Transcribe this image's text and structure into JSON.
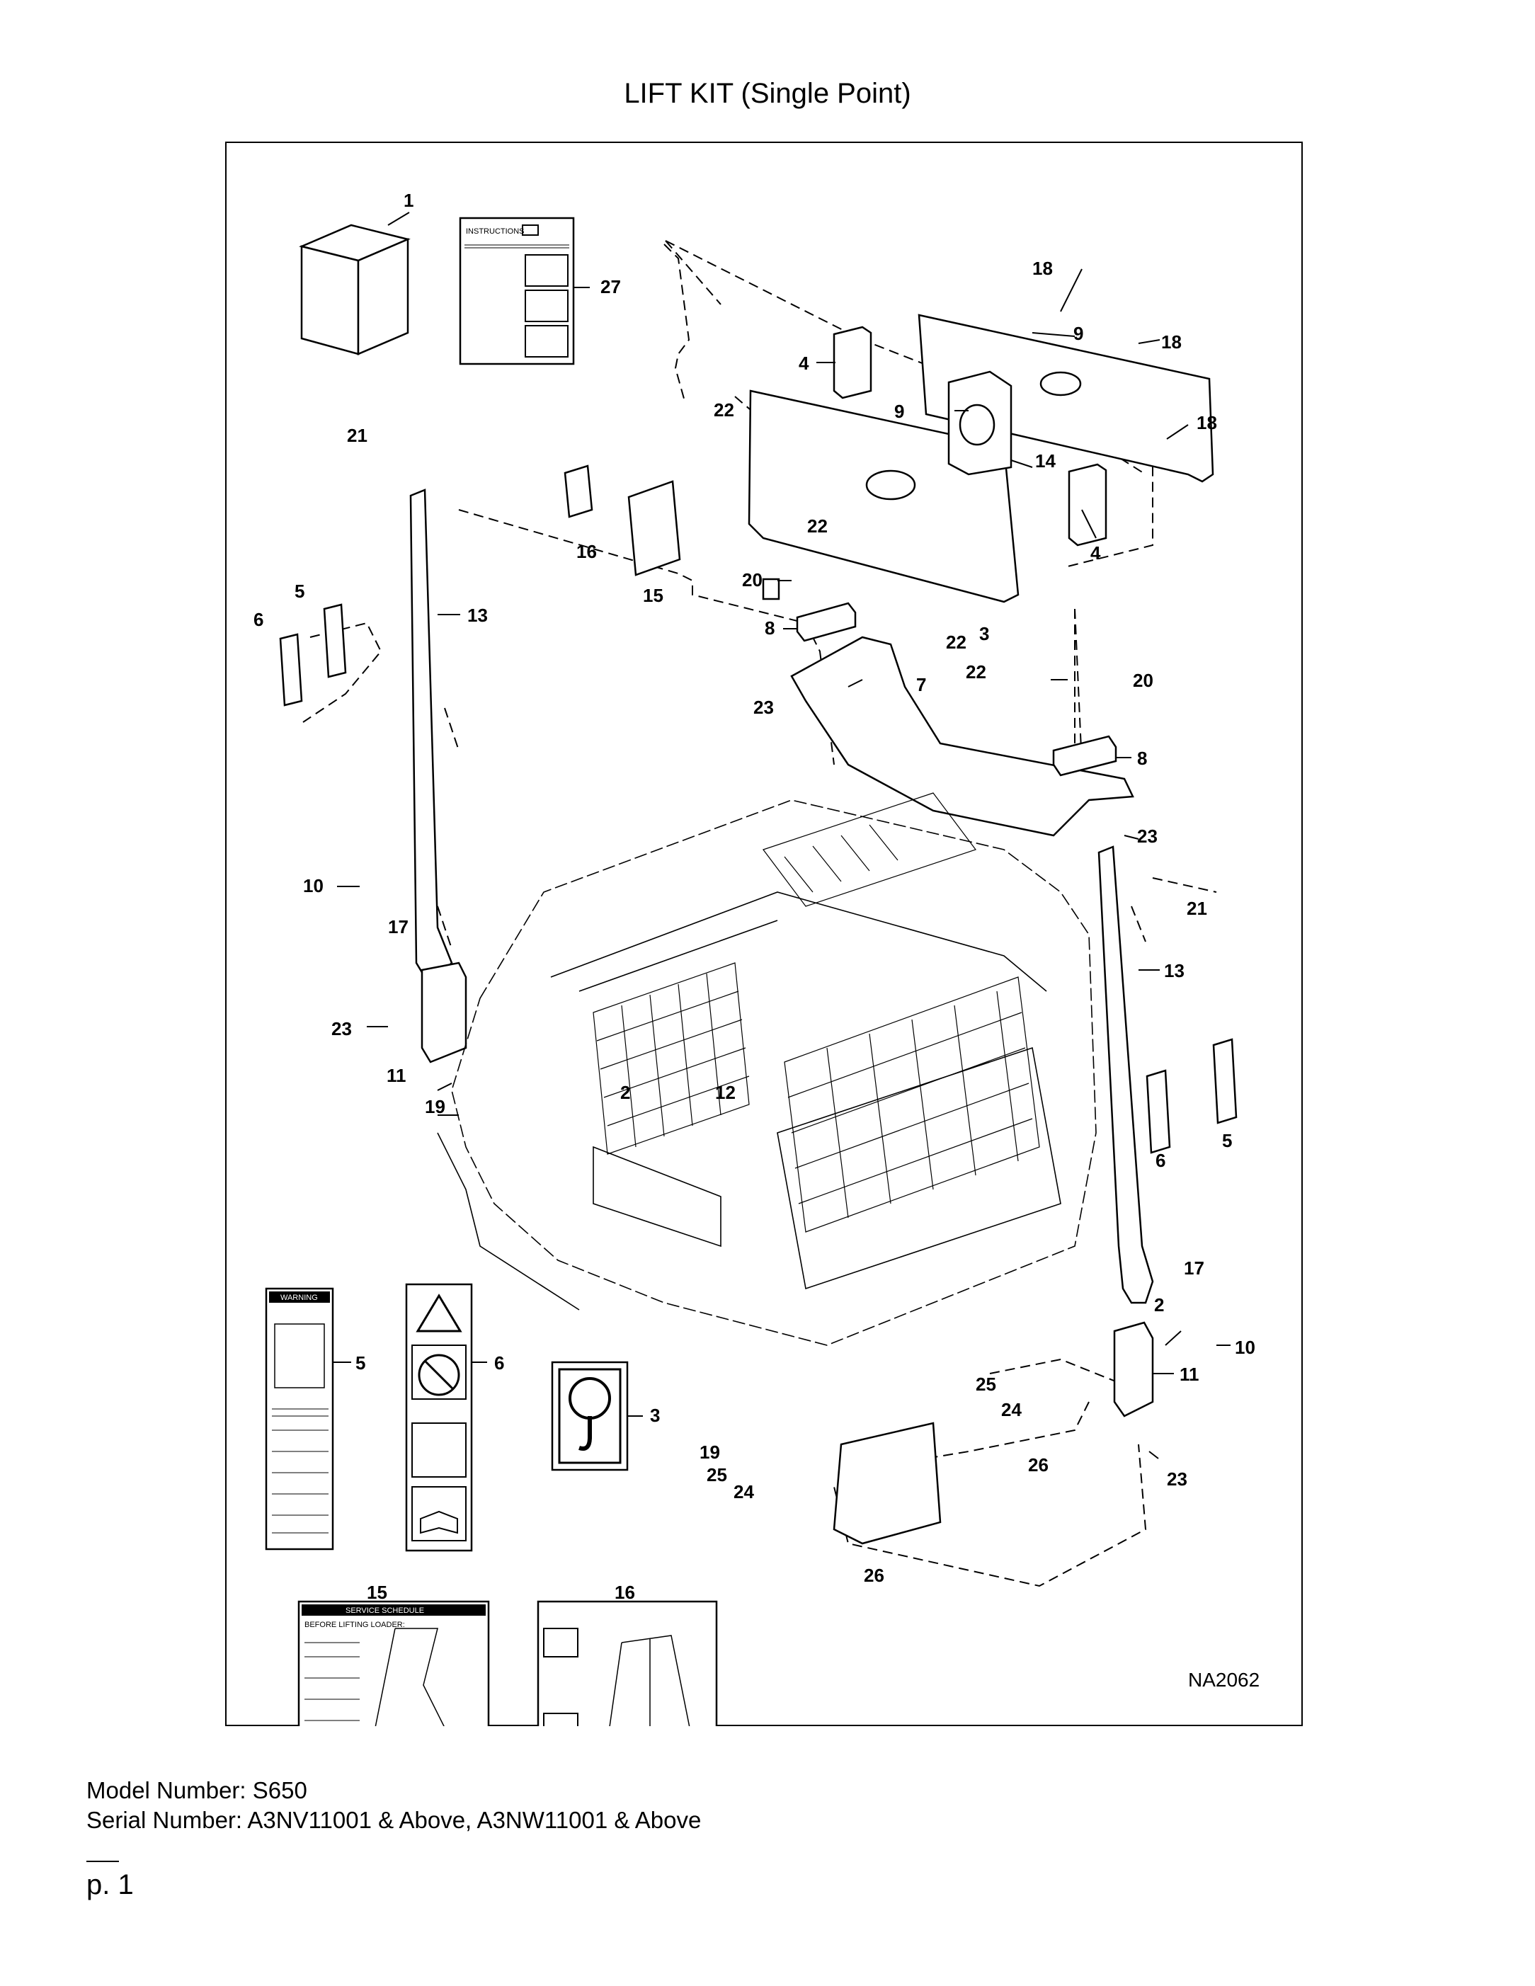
{
  "page_title": "LIFT KIT (Single Point)",
  "drawing_id": "NA2062",
  "instructions_label": "INSTRUCTIONS",
  "decals": {
    "warning_header": "WARNING",
    "service_schedule_header": "SERVICE SCHEDULE",
    "service_schedule_line": "BEFORE LIFTING LOADER:"
  },
  "callouts": [
    "1",
    "2",
    "3",
    "4",
    "5",
    "6",
    "7",
    "8",
    "9",
    "10",
    "11",
    "12",
    "13",
    "14",
    "15",
    "16",
    "17",
    "18",
    "19",
    "20",
    "21",
    "22",
    "23",
    "24",
    "25",
    "26",
    "27"
  ],
  "model_label": "Model Number: S650",
  "serial_label": "Serial Number: A3NV11001 & Above, A3NW11001 & Above",
  "page_label": "p. 1"
}
